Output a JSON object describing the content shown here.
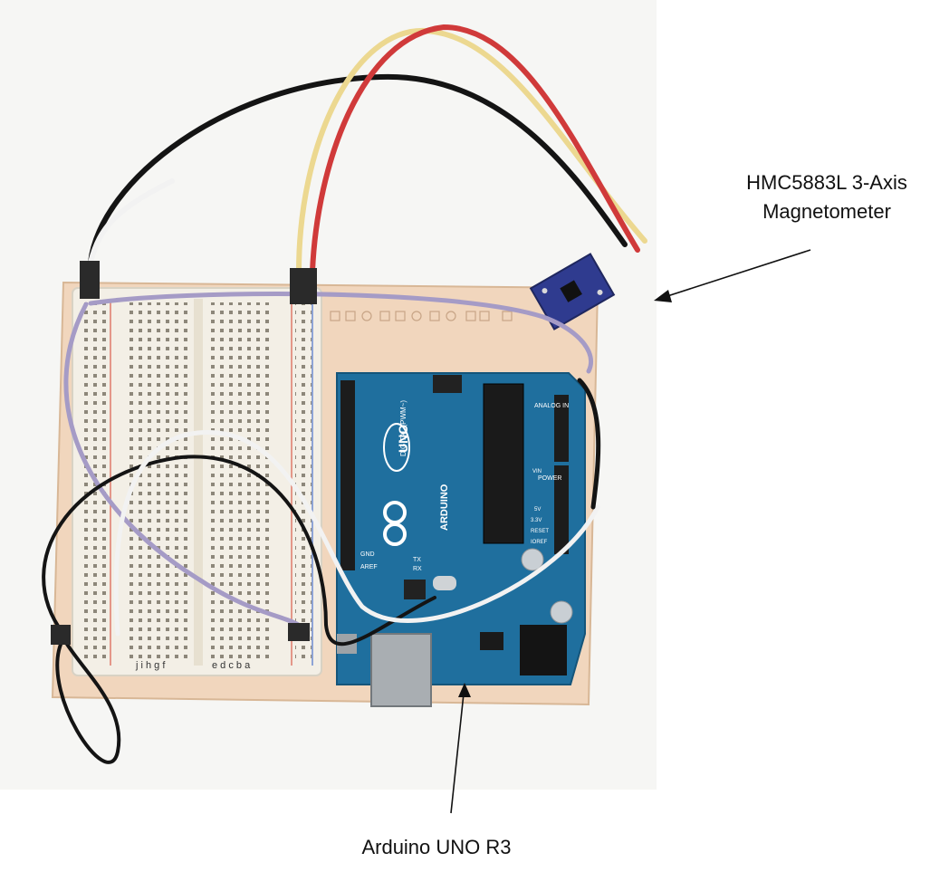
{
  "annotations": {
    "magnetometer": {
      "line1": "HMC5883L 3-Axis",
      "line2": "Magnetometer"
    },
    "arduino": "Arduino UNO R3"
  },
  "board_markings": {
    "brand": "ARDUINO",
    "model": "UNO",
    "digital_label": "DIGITAL (PWM~)",
    "aref": "AREF",
    "gnd": "GND",
    "tx": "TX",
    "rx": "RX",
    "power": "POWER",
    "analog_in": "ANALOG IN",
    "ioref": "IOREF",
    "reset": "RESET",
    "v33": "3.3V",
    "v5": "5V",
    "vin": "VIN"
  },
  "breadboard": {
    "columns_left": "j i h g f",
    "columns_right": "e d c b a"
  },
  "colors": {
    "wire_black": "#141414",
    "wire_red": "#d03a3a",
    "wire_yellow": "#ecd890",
    "wire_white": "#f2f2f2",
    "wire_grey": "#a59bc6",
    "arduino_board": "#1f6f9e",
    "sensor_board": "#2f3b8f",
    "baseplate": "#f1d6bd",
    "breadboard": "#f3efe6"
  },
  "icons": [
    "arrow-to-magnetometer",
    "arrow-to-arduino",
    "arduino-infinity-logo"
  ]
}
